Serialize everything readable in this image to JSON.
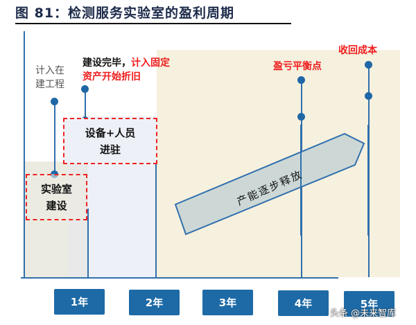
{
  "title": "图 81：检测服务实验室的盈利周期",
  "labels": {
    "construction_in_progress": [
      "计入在",
      "建工程"
    ],
    "construction_done_black": "建设完毕，",
    "construction_done_red_1": "计入固定",
    "construction_done_red_2": "资产开始折旧",
    "breakeven": "盈亏平衡点",
    "payback": "收回成本",
    "capacity_release": "产能逐步释放"
  },
  "boxes": {
    "lab_construction": [
      "实验室",
      "建设"
    ],
    "equipment_staff": [
      "设备+人员",
      "进驻"
    ]
  },
  "years": [
    "1年",
    "2年",
    "3年",
    "4年",
    "5年"
  ],
  "watermark": "头条 @未来智库",
  "colors": {
    "accent_blue": "#1d6aa6",
    "highlight_red": "#ee1c1c",
    "phase1_bg": "#ecebe2",
    "phase2_bg": "#edf1f7",
    "phase3_bg": "#f6f0de",
    "arrow_fill": "#cdd8d6"
  }
}
